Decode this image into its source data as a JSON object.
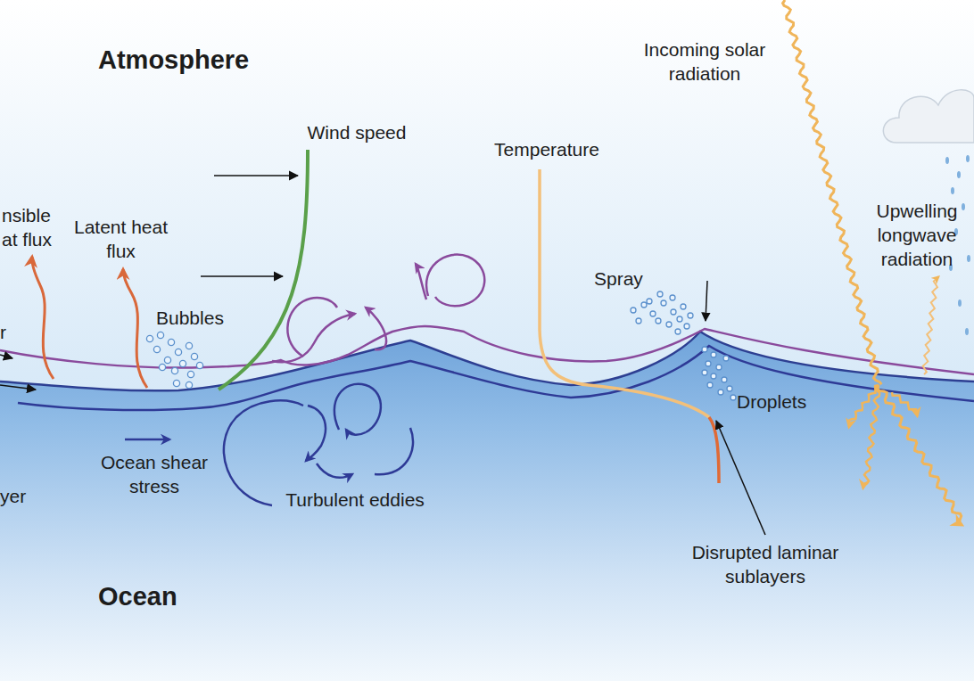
{
  "diagram": {
    "labels": [
      "Atmosphere",
      "nsible at flux",
      "Latent heat flux",
      "r",
      "Wind speed",
      "Temperature",
      "Incoming solar radiation",
      "Upwelling longwave radiation",
      "Bubbles",
      "Spray",
      "Droplets",
      "Ocean shear stress",
      "Turbulent eddies",
      "yer",
      "Disrupted laminar sublayers",
      "Ocean"
    ]
  }
}
